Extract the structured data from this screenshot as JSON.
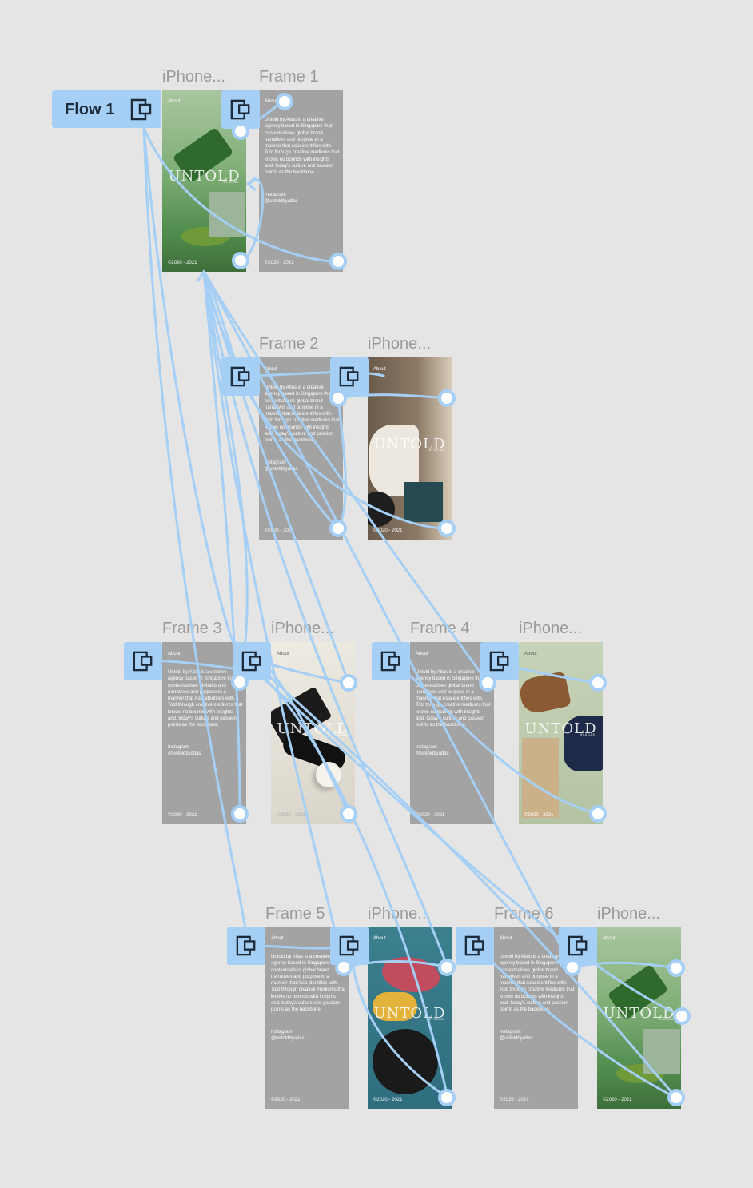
{
  "canvas": {
    "background": "#e5e5e5",
    "accent": "#a5cff5",
    "wire_color": "#a5cff5"
  },
  "flow": {
    "label": "Flow 1",
    "icon": "frame-device-icon"
  },
  "labels": {
    "iphone": "iPhone...",
    "frame1": "Frame 1",
    "frame2": "Frame 2",
    "frame3": "Frame 3",
    "frame4": "Frame 4",
    "frame5": "Frame 5",
    "frame6": "Frame 6"
  },
  "text_frame": {
    "about": "About",
    "body": "Untold by Atlas is a creative agency based in Singapore that contextualises global brand narratives and purpose in a manner that Asia identifies with. Told through creative mediums that knows no bounds with insights and, today's culture and passion points as the backbone.",
    "instagram": "Instagram",
    "handle": "@untoldbyatlas",
    "footer": "©2020 - 2021"
  },
  "image_frame": {
    "about": "About",
    "brand": "UNTOLD",
    "brand_sub": "BY ATLAS",
    "footer": "©2020 - 2021"
  },
  "icons": [
    "prototype-start-icon",
    "connection-node-icon"
  ]
}
